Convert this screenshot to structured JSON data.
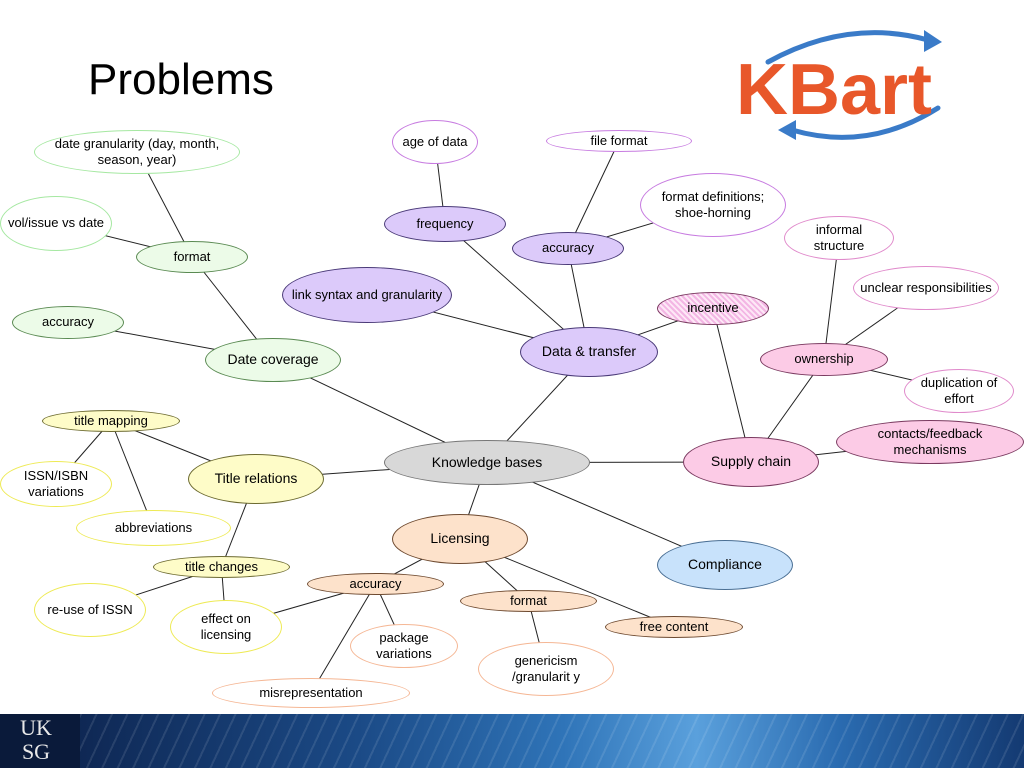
{
  "slide": {
    "title": "Problems"
  },
  "logo": {
    "text": "KBart",
    "brand_color": "#e8572a",
    "arrow_color": "#3a7bc8"
  },
  "footer": {
    "logo_line1": "UK",
    "logo_line2": "SG"
  },
  "colors": {
    "knowledge_bases": "#d8d8d8",
    "data_transfer": "#dccafa",
    "date_coverage": "#ecfbe8",
    "title_relations": "#fefcc8",
    "supply_chain": "#fccbe6",
    "licensing": "#fde2cb",
    "compliance": "#c8e2fb"
  },
  "nodes": {
    "knowledge_bases": "Knowledge bases",
    "data_transfer": "Data & transfer",
    "date_coverage": "Date coverage",
    "title_relations": "Title relations",
    "supply_chain": "Supply chain",
    "licensing": "Licensing",
    "compliance": "Compliance",
    "frequency": "frequency",
    "age_of_data": "age of data",
    "link_syntax": "link syntax and granularity",
    "accuracy_data": "accuracy",
    "file_format": "file format",
    "format_definitions": "format definitions; shoe-horning",
    "incentive": "incentive",
    "format_date": "format",
    "date_granularity": "date granularity (day, month, season, year)",
    "vol_issue": "vol/issue vs date",
    "accuracy_date": "accuracy",
    "title_mapping": "title mapping",
    "issn_isbn": "ISSN/ISBN variations",
    "abbreviations": "abbreviations",
    "title_changes": "title changes",
    "reuse_issn": "re-use of ISSN",
    "effect_licensing": "effect on licensing",
    "ownership": "ownership",
    "informal_structure": "informal structure",
    "unclear_responsibilities": "unclear responsibilities",
    "duplication_effort": "duplication of effort",
    "contacts_feedback": "contacts/feedback mechanisms",
    "accuracy_lic": "accuracy",
    "format_lic": "format",
    "free_content": "free content",
    "package_variations": "package variations",
    "misrepresentation": "misrepresentation",
    "genericism": "genericism /granularit y"
  },
  "links": [
    [
      "knowledge_bases",
      "data_transfer"
    ],
    [
      "knowledge_bases",
      "date_coverage"
    ],
    [
      "knowledge_bases",
      "title_relations"
    ],
    [
      "knowledge_bases",
      "supply_chain"
    ],
    [
      "knowledge_bases",
      "licensing"
    ],
    [
      "knowledge_bases",
      "compliance"
    ],
    [
      "data_transfer",
      "frequency"
    ],
    [
      "frequency",
      "age_of_data"
    ],
    [
      "data_transfer",
      "link_syntax"
    ],
    [
      "data_transfer",
      "accuracy_data"
    ],
    [
      "accuracy_data",
      "file_format"
    ],
    [
      "accuracy_data",
      "format_definitions"
    ],
    [
      "data_transfer",
      "incentive"
    ],
    [
      "incentive",
      "supply_chain"
    ],
    [
      "date_coverage",
      "format_date"
    ],
    [
      "format_date",
      "date_granularity"
    ],
    [
      "format_date",
      "vol_issue"
    ],
    [
      "date_coverage",
      "accuracy_date"
    ],
    [
      "title_relations",
      "title_mapping"
    ],
    [
      "title_mapping",
      "issn_isbn"
    ],
    [
      "title_mapping",
      "abbreviations"
    ],
    [
      "title_relations",
      "title_changes"
    ],
    [
      "title_changes",
      "reuse_issn"
    ],
    [
      "title_changes",
      "effect_licensing"
    ],
    [
      "supply_chain",
      "ownership"
    ],
    [
      "ownership",
      "informal_structure"
    ],
    [
      "ownership",
      "unclear_responsibilities"
    ],
    [
      "ownership",
      "duplication_effort"
    ],
    [
      "supply_chain",
      "contacts_feedback"
    ],
    [
      "licensing",
      "accuracy_lic"
    ],
    [
      "licensing",
      "format_lic"
    ],
    [
      "licensing",
      "free_content"
    ],
    [
      "accuracy_lic",
      "package_variations"
    ],
    [
      "accuracy_lic",
      "misrepresentation"
    ],
    [
      "accuracy_lic",
      "effect_licensing"
    ],
    [
      "format_lic",
      "genericism"
    ]
  ]
}
